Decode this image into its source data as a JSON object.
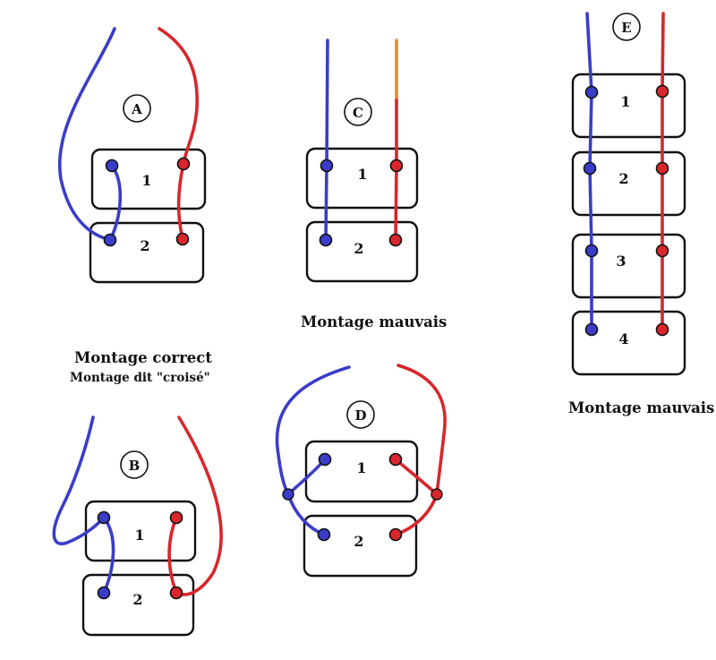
{
  "colors": {
    "blue": "#3b3dc8",
    "red": "#d8262c",
    "orange": "#e9892d",
    "outline": "#111111"
  },
  "diagrams": {
    "A": {
      "letter": "A",
      "terminals": [
        "1",
        "2"
      ]
    },
    "B": {
      "letter": "B",
      "terminals": [
        "1",
        "2"
      ]
    },
    "C": {
      "letter": "C",
      "terminals": [
        "1",
        "2"
      ]
    },
    "D": {
      "letter": "D",
      "terminals": [
        "1",
        "2"
      ]
    },
    "E": {
      "letter": "E",
      "terminals": [
        "1",
        "2",
        "3",
        "4"
      ]
    }
  },
  "captions": {
    "correct": "Montage correct",
    "correct_sub": "Montage dit \"croisé\"",
    "bad_c": "Montage mauvais",
    "bad_e": "Montage mauvais"
  }
}
